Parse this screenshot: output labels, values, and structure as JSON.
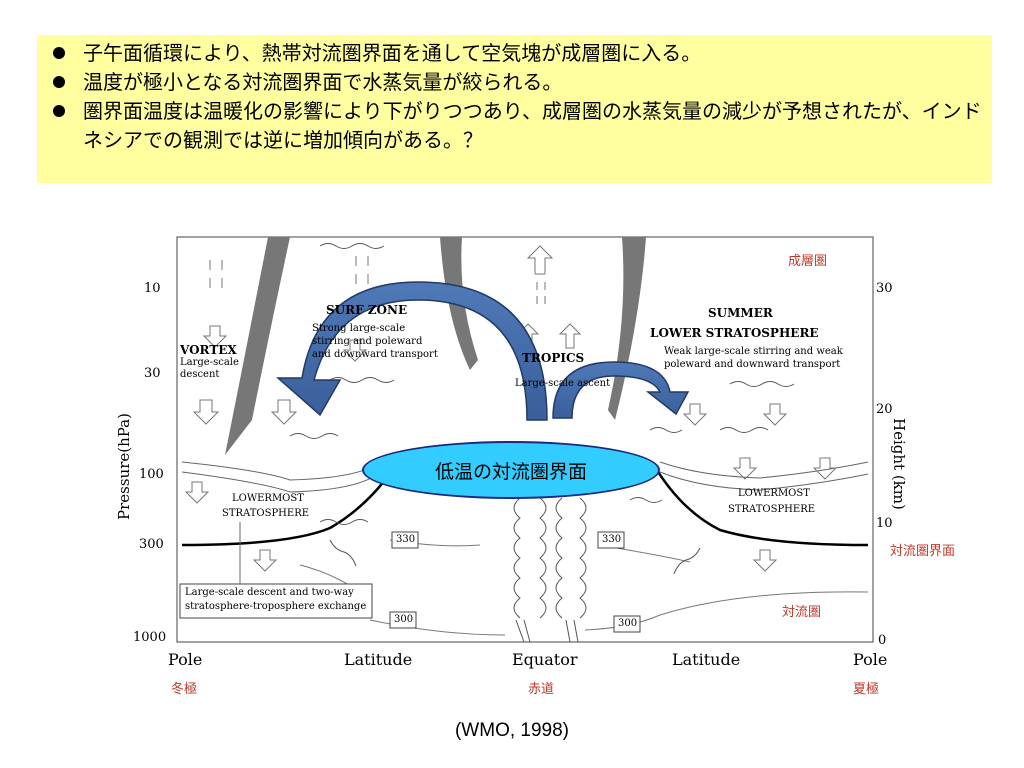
{
  "bullets": [
    "子午面循環により、熱帯対流圏界面を通して空気塊が成層圏に入る。",
    "温度が極小となる対流圏界面で水蒸気量が絞られる。",
    "圏界面温度は温暖化の影響により下がりつつあり、成層圏の水蒸気量の減少が予想されたが、インドネシアでの観測では逆に増加傾向がある。？"
  ],
  "diagram": {
    "y_axis_left": {
      "label": "Pressure(hPa)",
      "ticks": [
        "10",
        "30",
        "100",
        "300",
        "1000"
      ]
    },
    "y_axis_right": {
      "label": "Height (km)",
      "ticks": [
        "30",
        "20",
        "10",
        "0"
      ]
    },
    "x_axis": {
      "labels": [
        "Pole",
        "Latitude",
        "Equator",
        "Latitude",
        "Pole"
      ]
    },
    "region_labels": {
      "vortex": "VORTEX",
      "vortex_sub": [
        "Large-scale",
        "descent"
      ],
      "surf_zone": "SURF ZONE",
      "surf_sub": [
        "Strong large-scale",
        "stirring and poleward",
        "and downward transport"
      ],
      "tropics": "TROPICS",
      "tropics_sub": "Large-scale ascent",
      "summer": [
        "SUMMER",
        "LOWER STRATOSPHERE"
      ],
      "summer_sub": [
        "Weak large-scale stirring and weak",
        "poleward and downward transport"
      ],
      "lowermost_left": [
        "LOWERMOST",
        "STRATOSPHERE"
      ],
      "lowermost_right": [
        "LOWERMOST",
        "STRATOSPHERE"
      ],
      "exchange_box": [
        "Large-scale descent and two-way",
        "stratosphere-troposphere exchange"
      ],
      "isentropes": [
        "330",
        "300",
        "330",
        "300"
      ]
    },
    "jp_labels": {
      "stratosphere": "成層圏",
      "tropopause": "対流圏界面",
      "troposphere": "対流圏",
      "winter_pole": "冬極",
      "equator": "赤道",
      "summer_pole": "夏極"
    },
    "callout": "低温の対流圏界面"
  },
  "citation": "(WMO, 1998)"
}
